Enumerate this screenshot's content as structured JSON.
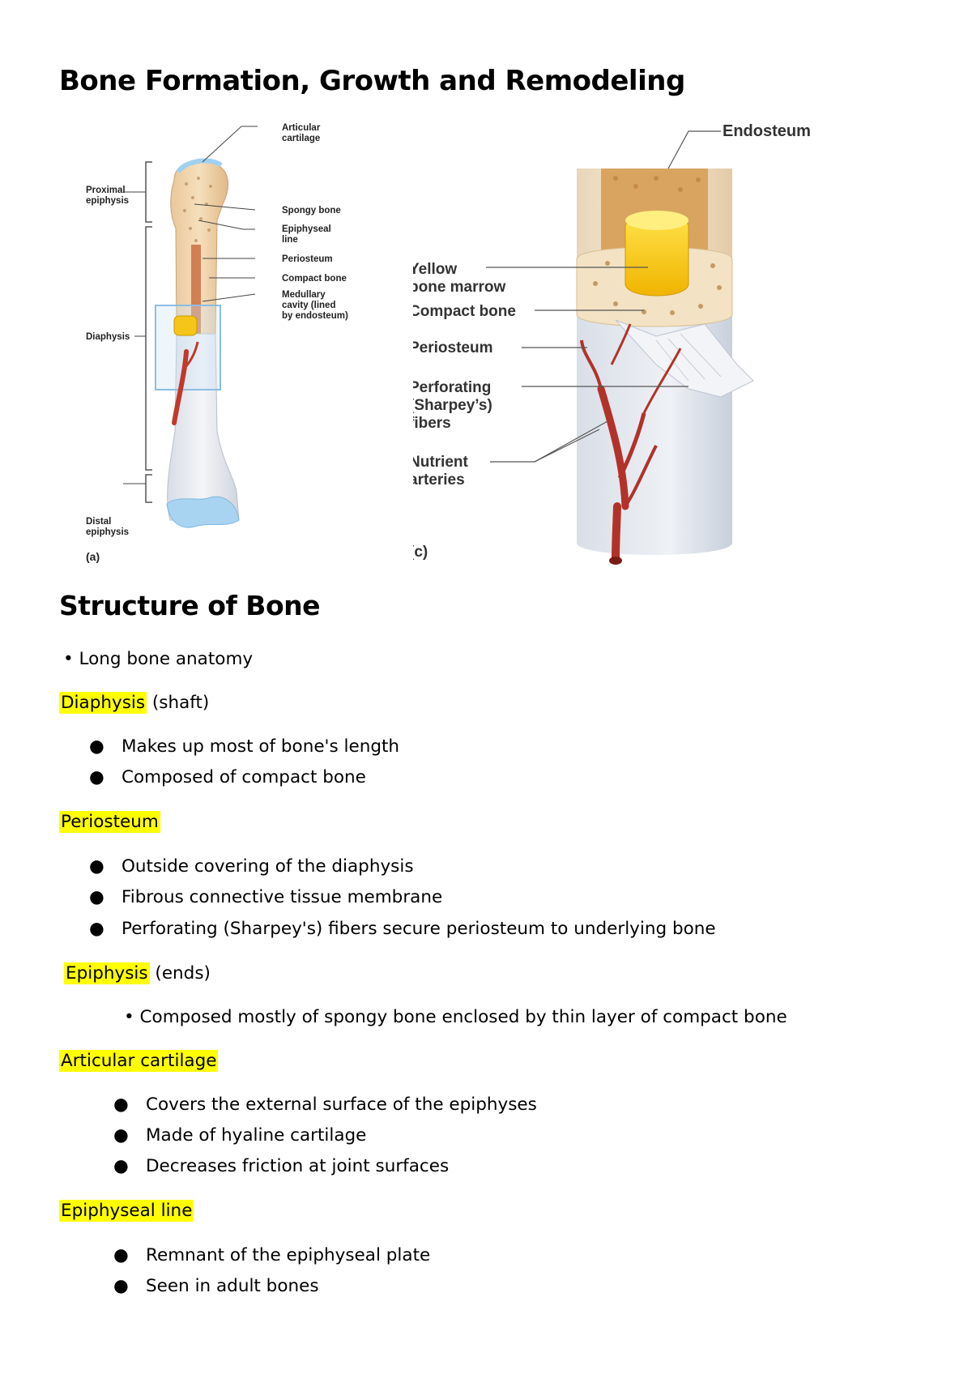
{
  "title": "Bone Formation, Growth and Remodeling",
  "figure_a": {
    "labels": {
      "articular": [
        "Articular",
        "cartilage"
      ],
      "proximal": [
        "Proximal",
        "epiphysis"
      ],
      "spongy": "Spongy bone",
      "epiphyseal": [
        "Epiphyseal",
        "line"
      ],
      "periosteum": "Periosteum",
      "compact": "Compact bone",
      "medullary": [
        "Medullary",
        "cavity (lined",
        "by endosteum)"
      ],
      "diaphysis": "Diaphysis",
      "distal": [
        "Distal",
        "epiphysis"
      ],
      "panel": "(a)"
    }
  },
  "figure_c": {
    "labels": {
      "endosteum": "Endosteum",
      "yellow": [
        "Yellow",
        "bone marrow"
      ],
      "compact": "Compact bone",
      "periosteum": "Periosteum",
      "perforating": [
        "Perforating",
        "(Sharpey’s)",
        "fibers"
      ],
      "nutrient": [
        "Nutrient",
        "arteries"
      ],
      "panel": "(c)"
    }
  },
  "section": {
    "title": "Structure of Bone",
    "intro_bullet": "•",
    "intro": "Long bone anatomy",
    "terms": {
      "diaphysis": {
        "term": "Diaphysis",
        "rest": " (shaft)",
        "items": [
          "Makes up most of bone's length",
          "Composed of compact bone"
        ]
      },
      "periosteum": {
        "term": "Periosteum",
        "items": [
          "Outside covering of the diaphysis",
          "Fibrous connective tissue membrane",
          "Perforating (Sharpey's) fibers secure periosteum to underlying bone"
        ]
      },
      "epiphysis": {
        "term": "Epiphysis",
        "rest": " (ends)",
        "bullet": "•",
        "item": "Composed mostly of spongy bone enclosed by thin layer of compact bone"
      },
      "articular": {
        "term": "Articular cartilage",
        "items": [
          "Covers the external surface of the epiphyses",
          "Made of hyaline cartilage",
          "Decreases friction at joint surfaces"
        ]
      },
      "epiphyseal_line": {
        "term": "Epiphyseal line",
        "items": [
          "Remnant of the epiphyseal plate",
          "Seen in adult bones"
        ]
      }
    }
  }
}
